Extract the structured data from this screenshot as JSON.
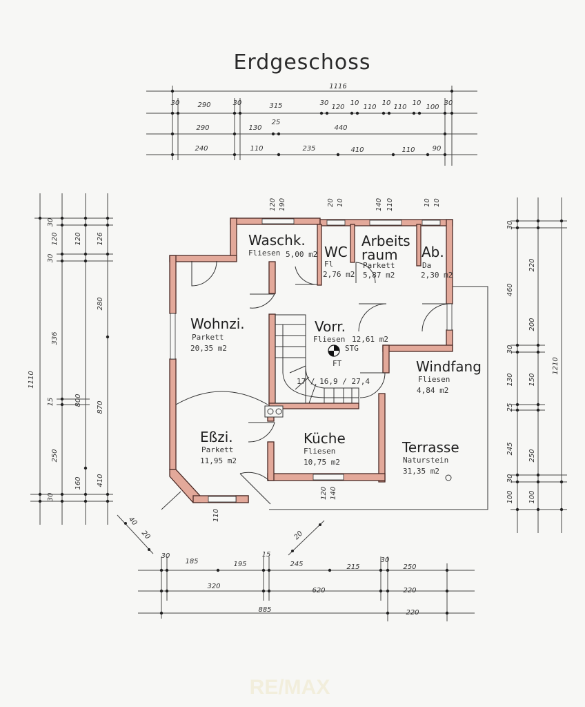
{
  "plan": {
    "title": "Erdgeschoss",
    "watermark": "RE/MAX",
    "rooms": [
      {
        "name": "Waschk.",
        "floor": "Fliesen",
        "area": "5,00 m2"
      },
      {
        "name": "WC",
        "floor": "Fl",
        "area": "2,76 m2"
      },
      {
        "name": "Arbeits",
        "name2": "raum",
        "floor": "Parkett",
        "area": "5,87 m2"
      },
      {
        "name": "Ab.",
        "floor": "Da",
        "area": "2,30 m2"
      },
      {
        "name": "Wohnzi.",
        "floor": "Parkett",
        "area": "20,35 m2"
      },
      {
        "name": "Vorr.",
        "floor": "Fliesen",
        "area": "12,61 m2"
      },
      {
        "name": "Windfang",
        "floor": "Fliesen",
        "area": "4,84 m2"
      },
      {
        "name": "Eßzi.",
        "floor": "Parkett",
        "area": "11,95 m2"
      },
      {
        "name": "Küche",
        "floor": "Fliesen",
        "area": "10,75 m2"
      },
      {
        "name": "Terrasse",
        "floor": "Naturstein",
        "area": "31,35 m2"
      }
    ],
    "top_dims": {
      "overall": "1116",
      "row1": [
        "30",
        "290",
        "30",
        "315",
        "30",
        "120",
        "10",
        "110",
        "10",
        "110",
        "10",
        "100",
        "30"
      ],
      "row2": [
        "290",
        "130",
        "25",
        "440"
      ],
      "row3": [
        "240",
        "110",
        "235",
        "410",
        "110",
        "90"
      ]
    },
    "left_dims": {
      "overall": "1110",
      "row1": [
        "30",
        "120",
        "30",
        "336",
        "15",
        "250",
        "30"
      ],
      "row2": [
        "120",
        "800",
        "160"
      ],
      "row3": [
        "126",
        "280",
        "870",
        "410"
      ]
    },
    "right_dims": {
      "row1": [
        "30",
        "460",
        "30",
        "130",
        "25",
        "245",
        "30",
        "100"
      ],
      "row2": [
        "220",
        "200",
        "150",
        "250",
        "100"
      ],
      "row3": [
        "1210"
      ]
    },
    "bottom_dims": {
      "row1": [
        "30",
        "185",
        "195",
        "15",
        "245",
        "215",
        "30",
        "250"
      ],
      "row2": [
        "320",
        "620",
        "220"
      ],
      "row3": [
        "885",
        "220"
      ]
    },
    "opening_labels": {
      "top": [
        "120",
        "190",
        "20",
        "10",
        "140",
        "110",
        "10",
        "10"
      ],
      "bottom": [
        "110",
        "120",
        "140"
      ],
      "diag": [
        "40",
        "20",
        "20"
      ]
    },
    "stair_notes": {
      "line1": "17 / 16,9 / 27,4",
      "line2": "STG",
      "line3": "FT"
    }
  }
}
